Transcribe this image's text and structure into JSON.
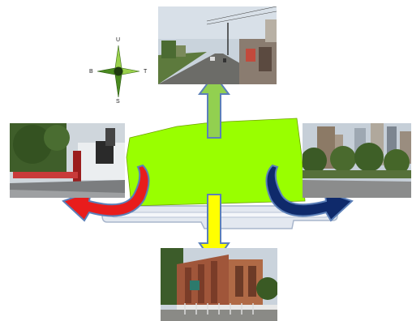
{
  "compass": {
    "north": "U",
    "south": "S",
    "east": "T",
    "west": "B"
  },
  "colors": {
    "site": "#99ff00",
    "road": "#e3e8f0",
    "arrow_north": "#92d050",
    "arrow_south": "#ffff00",
    "arrow_west": "#e81c1c",
    "arrow_east": "#0f2a6b",
    "arrow_outline": "#5b7fb8"
  },
  "views": {
    "north": "street-view-north",
    "south": "street-view-south",
    "west": "street-view-west",
    "east": "street-view-east"
  }
}
